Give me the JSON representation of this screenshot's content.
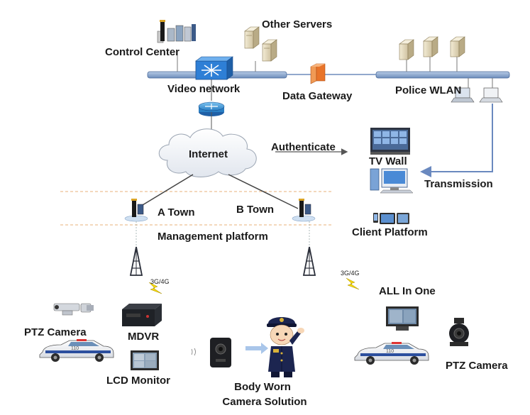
{
  "labels": {
    "control_center": "Control Center",
    "other_servers": "Other Servers",
    "video_network": "Video network",
    "data_gateway": "Data Gateway",
    "police_wlan": "Police WLAN",
    "internet": "Internet",
    "authenticate": "Authenticate",
    "tv_wall": "TV Wall",
    "transmission": "Transmission",
    "a_town": "A Town",
    "b_town": "B Town",
    "management_platform": "Management platform",
    "client_platform": "Client Platform",
    "network_left": "3G/4G",
    "network_right": "3G/4G",
    "all_in_one": "ALL In One",
    "ptz_camera_left": "PTZ Camera",
    "mdvr": "MDVR",
    "lcd_monitor": "LCD Monitor",
    "body_worn_line1": "Body Worn",
    "body_worn_line2": "Camera Solution",
    "ptz_camera_right": "PTZ Camera",
    "car_badge": "110"
  },
  "colors": {
    "backbone": "#7f9cc4",
    "backbone_edge": "#4a6a98",
    "switch_blue": "#2e7fd6",
    "router_blue": "#3a9ad9",
    "gateway_orange": "#e8742a",
    "server_beige": "#e6dcc0",
    "tower_dark": "#2b2f3a",
    "lightning_yellow": "#f5d90a",
    "police_navy": "#1c2550",
    "police_badge_gold": "#d9b23a",
    "dashed_orange": "#e8b27a"
  },
  "icons": [
    "control-center-icon",
    "server-icon",
    "switch-icon",
    "router-icon",
    "firewall-icon",
    "cloud-icon",
    "tv-wall-icon",
    "workstation-icon",
    "laptop-icon",
    "tablet-icon",
    "phone-icon",
    "antenna-icon",
    "tower-icon",
    "lightning-icon",
    "ptz-camera-icon",
    "mdvr-icon",
    "lcd-monitor-icon",
    "body-camera-icon",
    "police-officer-icon",
    "police-car-icon",
    "all-in-one-icon",
    "dome-camera-icon"
  ]
}
